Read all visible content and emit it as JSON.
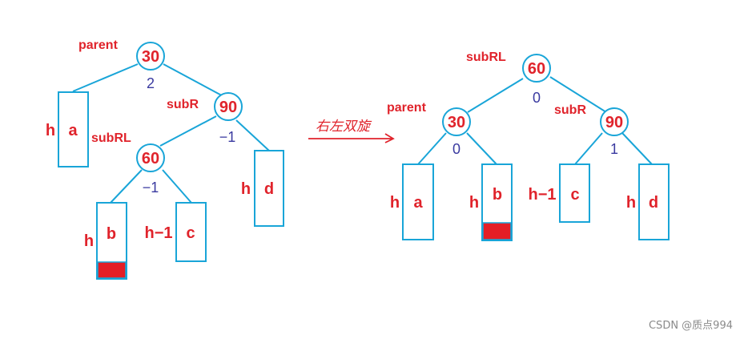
{
  "colors": {
    "line": "#19a5d8",
    "label": "#e0232b",
    "balance": "#3a3aa0",
    "fill_red": "#e41e26"
  },
  "transform_label": "右左双旋",
  "before": {
    "nodes": [
      {
        "id": "b30",
        "value": "30",
        "role": "parent"
      },
      {
        "id": "b90",
        "value": "90",
        "role": "subR"
      },
      {
        "id": "b60",
        "value": "60",
        "role": "subRL"
      }
    ],
    "balance": {
      "b30": "2",
      "b90": "−1",
      "b60": "−1"
    },
    "subtrees": [
      {
        "id": "ba",
        "name": "a",
        "height": "h"
      },
      {
        "id": "bb",
        "name": "b",
        "height": "h"
      },
      {
        "id": "bc",
        "name": "c",
        "height": "h−1"
      },
      {
        "id": "bd",
        "name": "d",
        "height": "h"
      }
    ]
  },
  "after": {
    "nodes": [
      {
        "id": "a60",
        "value": "60",
        "role": "subRL"
      },
      {
        "id": "a30",
        "value": "30",
        "role": "parent"
      },
      {
        "id": "a90",
        "value": "90",
        "role": "subR"
      }
    ],
    "balance": {
      "a60": "0",
      "a30": "0",
      "a90": "1"
    },
    "subtrees": [
      {
        "id": "aa",
        "name": "a",
        "height": "h"
      },
      {
        "id": "ab",
        "name": "b",
        "height": "h"
      },
      {
        "id": "ac",
        "name": "c",
        "height": "h−1"
      },
      {
        "id": "ad",
        "name": "d",
        "height": "h"
      }
    ]
  },
  "watermark": "CSDN @质点994"
}
